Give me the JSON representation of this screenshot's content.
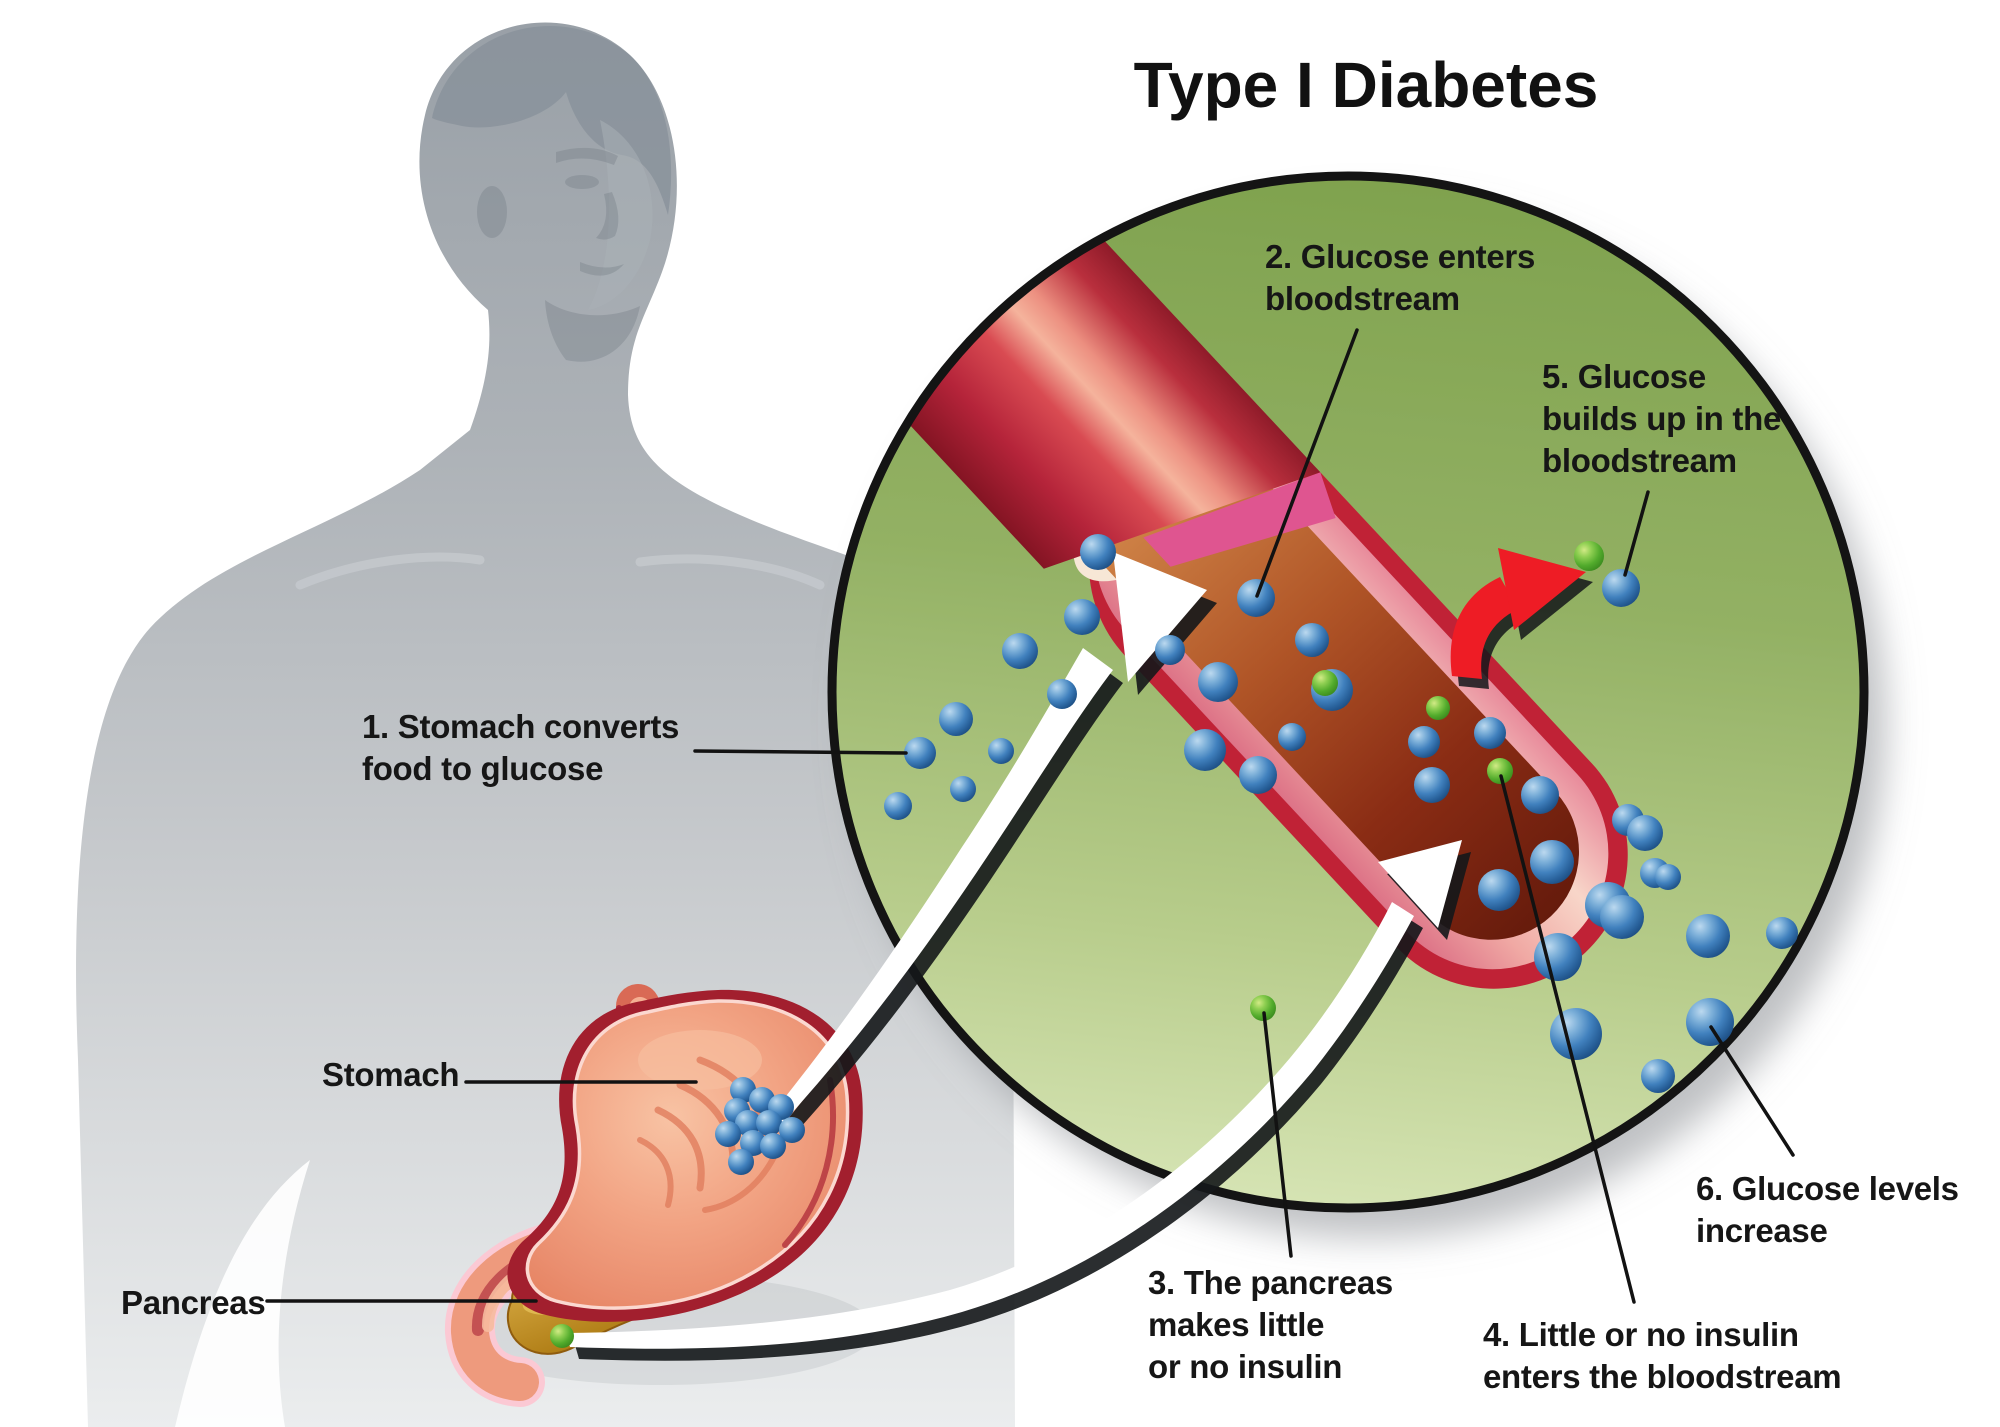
{
  "title": "Type I Diabetes",
  "labels": {
    "step1": {
      "line1": "1. Stomach converts",
      "line2": "food to glucose"
    },
    "step2": {
      "line1": "2. Glucose enters",
      "line2": "bloodstream"
    },
    "step3": {
      "line1": "3. The pancreas",
      "line2": "makes little",
      "line3": "or no insulin"
    },
    "step4": {
      "line1": "4. Little or no insulin",
      "line2": "enters the bloodstream"
    },
    "step5": {
      "line1": "5. Glucose",
      "line2": "builds up in the",
      "line3": "bloodstream"
    },
    "step6": {
      "line1": "6. Glucose levels",
      "line2": "increase"
    },
    "stomach": {
      "line1": "Stomach"
    },
    "pancreas": {
      "line1": "Pancreas"
    }
  },
  "legend": {
    "glucose_molecule_color": "#3d7ab8",
    "insulin_molecule_color": "#54ad2d"
  },
  "colors": {
    "background": "#ffffff",
    "circle_fill_top": "#7fa24e",
    "circle_fill_bottom": "#d6e4b4",
    "circle_outline": "#141414",
    "vessel_red": "#c22135",
    "vessel_lumen": "#8a2c14",
    "vessel_wall_pink": "#f3b4ab",
    "arrow_white": "#ffffff",
    "arrow_red": "#ee1c25",
    "silhouette_gray": "#b4b9bd",
    "stomach_salmon": "#ee9a7d",
    "pancreas_ochre": "#c08a1a"
  },
  "molecules": {
    "glucose": [
      [
        743,
        1090,
        13
      ],
      [
        762,
        1100,
        13
      ],
      [
        781,
        1107,
        13
      ],
      [
        737,
        1111,
        13
      ],
      [
        748,
        1123,
        13
      ],
      [
        769,
        1123,
        13
      ],
      [
        792,
        1130,
        13
      ],
      [
        728,
        1134,
        13
      ],
      [
        753,
        1143,
        13
      ],
      [
        773,
        1146,
        13
      ],
      [
        741,
        1162,
        13
      ],
      [
        920,
        753,
        16
      ],
      [
        956,
        719,
        17
      ],
      [
        1020,
        651,
        18
      ],
      [
        1001,
        751,
        13
      ],
      [
        963,
        789,
        13
      ],
      [
        898,
        806,
        14
      ],
      [
        1062,
        694,
        15
      ],
      [
        1082,
        617,
        18
      ],
      [
        1098,
        552,
        18
      ],
      [
        1170,
        650,
        15
      ],
      [
        1218,
        682,
        20
      ],
      [
        1256,
        598,
        19
      ],
      [
        1312,
        640,
        17
      ],
      [
        1332,
        690,
        21
      ],
      [
        1205,
        750,
        21
      ],
      [
        1258,
        775,
        19
      ],
      [
        1292,
        737,
        14
      ],
      [
        1424,
        742,
        16
      ],
      [
        1432,
        785,
        18
      ],
      [
        1490,
        733,
        16
      ],
      [
        1540,
        795,
        19
      ],
      [
        1552,
        862,
        22
      ],
      [
        1628,
        820,
        16
      ],
      [
        1655,
        873,
        15
      ],
      [
        1499,
        890,
        21
      ],
      [
        1608,
        905,
        23
      ],
      [
        1558,
        957,
        24
      ],
      [
        1645,
        833,
        18
      ],
      [
        1668,
        877,
        13
      ],
      [
        1622,
        917,
        22
      ],
      [
        1576,
        1034,
        26
      ],
      [
        1710,
        1022,
        24
      ],
      [
        1708,
        936,
        22
      ],
      [
        1782,
        933,
        16
      ],
      [
        1658,
        1076,
        17
      ],
      [
        1621,
        588,
        19
      ]
    ],
    "insulin": [
      [
        562,
        1336,
        12
      ],
      [
        1263,
        1008,
        13
      ],
      [
        1325,
        683,
        13
      ],
      [
        1438,
        708,
        12
      ],
      [
        1500,
        771,
        13
      ],
      [
        1589,
        556,
        15
      ]
    ]
  }
}
